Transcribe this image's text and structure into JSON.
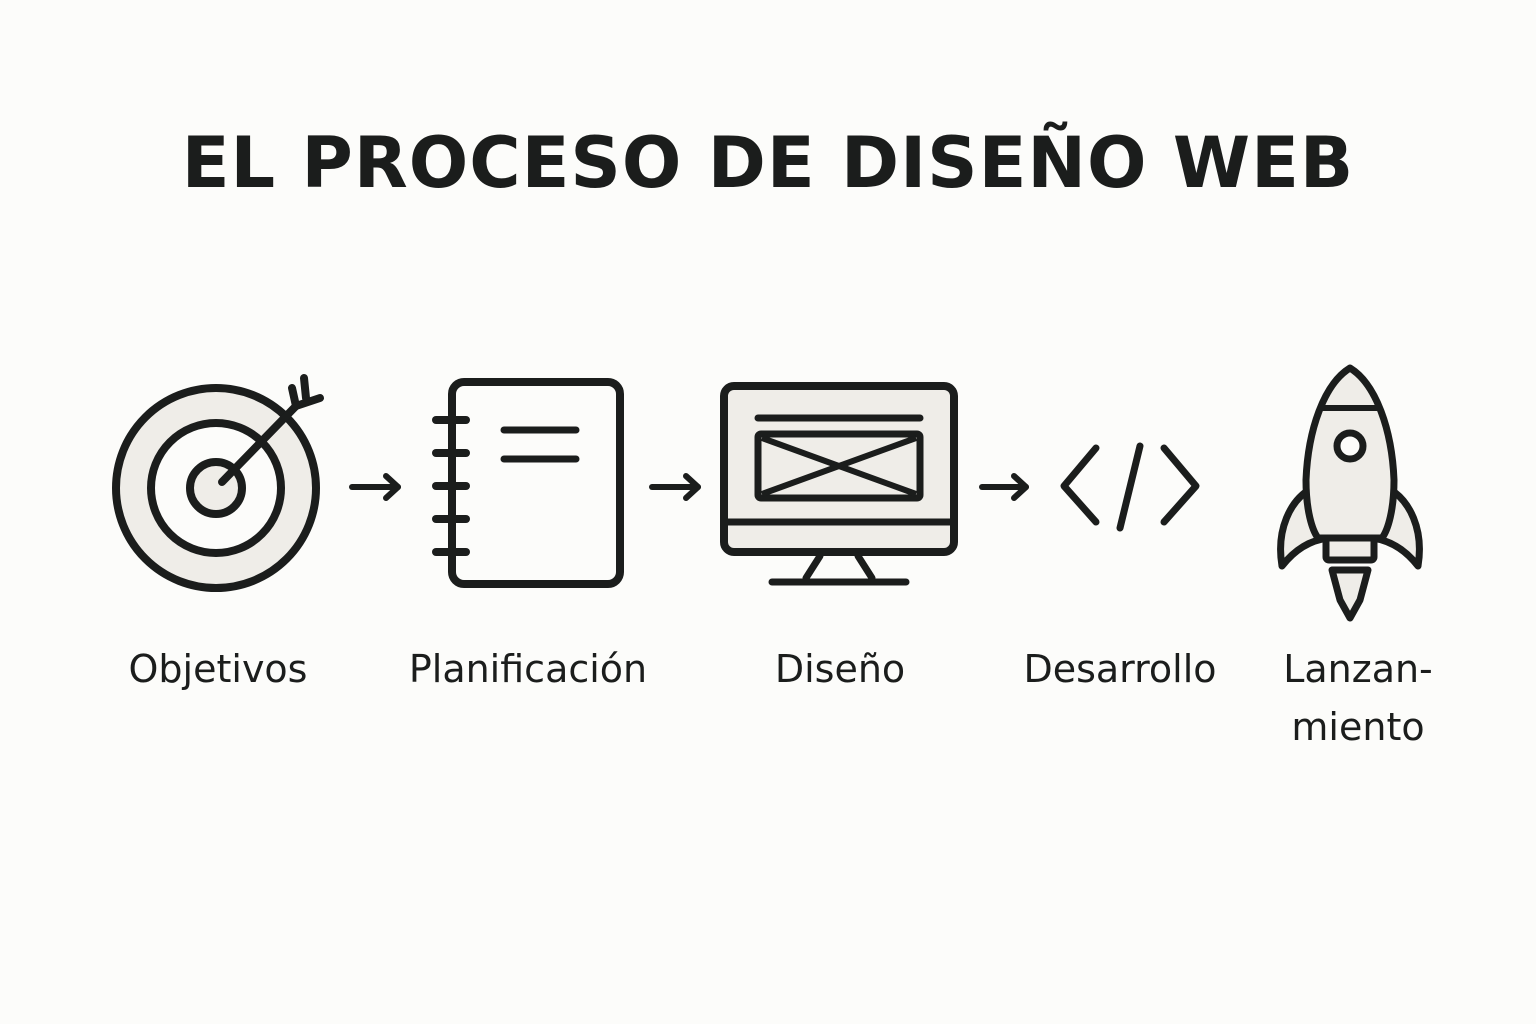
{
  "title": "EL PROCESO DE DISEÑO WEB",
  "steps": [
    {
      "label": "Objetivos",
      "icon": "target-icon"
    },
    {
      "label": "Planificación",
      "icon": "notebook-icon"
    },
    {
      "label": "Diseño",
      "icon": "monitor-wireframe-icon"
    },
    {
      "label": "Desarrollo",
      "icon": "code-icon"
    },
    {
      "label_line1": "Lanzan-",
      "label_line2": "miento",
      "icon": "rocket-icon"
    }
  ],
  "colors": {
    "background": "#fcfcfa",
    "stroke": "#1b1d1c",
    "fill": "#efede8"
  }
}
